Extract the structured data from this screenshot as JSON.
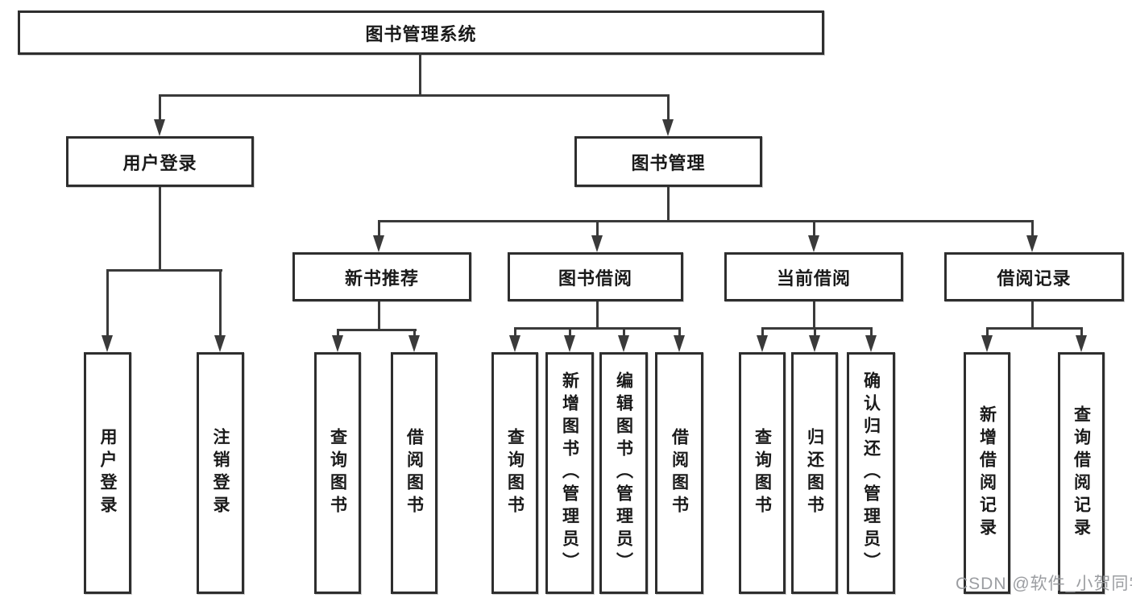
{
  "diagram": {
    "title": "图书管理系统",
    "level2": [
      {
        "label": "用户登录"
      },
      {
        "label": "图书管理"
      }
    ],
    "level3": [
      {
        "label": "新书推荐"
      },
      {
        "label": "图书借阅"
      },
      {
        "label": "当前借阅"
      },
      {
        "label": "借阅记录"
      }
    ],
    "leaves": [
      {
        "label": "用户登录"
      },
      {
        "label": "注销登录"
      },
      {
        "label": "查询图书"
      },
      {
        "label": "借阅图书"
      },
      {
        "label": "查询图书"
      },
      {
        "label": "新增图书（管理员）"
      },
      {
        "label": "编辑图书（管理员）"
      },
      {
        "label": "借阅图书"
      },
      {
        "label": "查询图书"
      },
      {
        "label": "归还图书"
      },
      {
        "label": "确认归还（管理员）"
      },
      {
        "label": "新增借阅记录"
      },
      {
        "label": "查询借阅记录"
      }
    ]
  },
  "watermark": "CSDN @软件_小贺同学",
  "colors": {
    "line": "#3a3a3a",
    "border": "#2e2e2e",
    "text": "#1a1a1a",
    "watermark": "#96989c",
    "background": "#ffffff"
  }
}
